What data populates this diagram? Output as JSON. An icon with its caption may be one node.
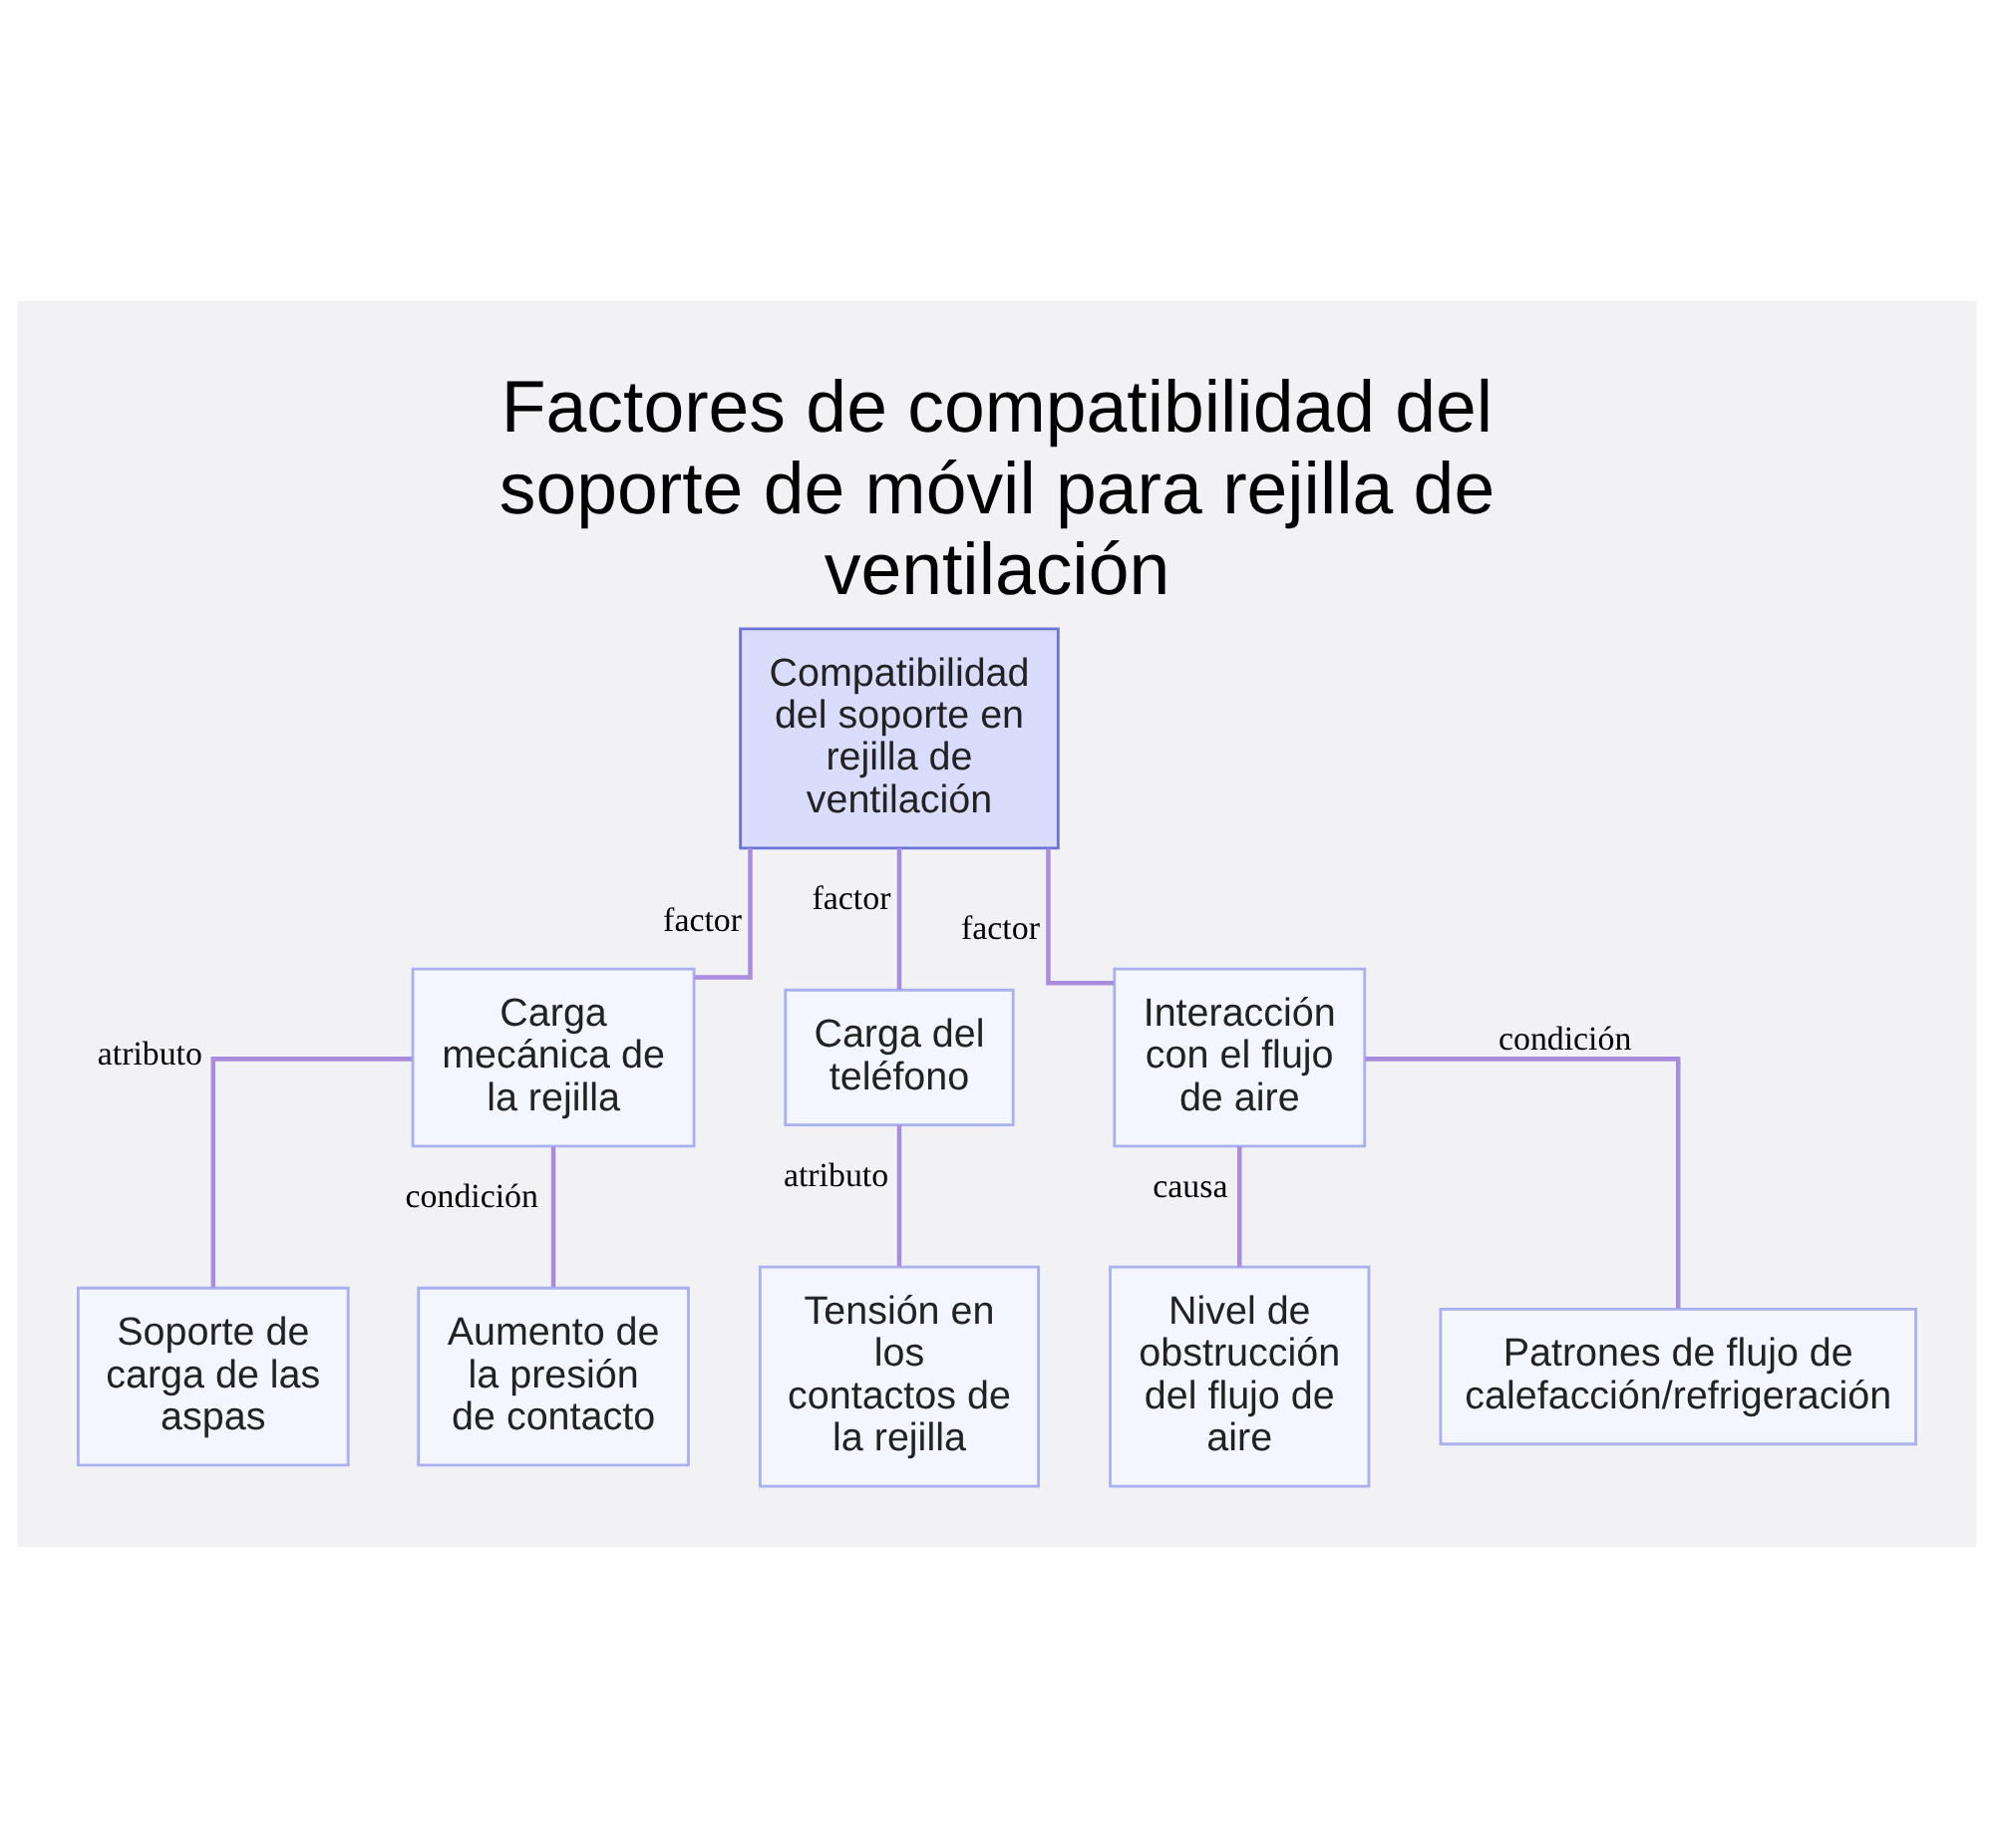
{
  "diagram": {
    "title": "Factores de compatibilidad del soporte de móvil para rejilla de ventilación",
    "nodes": [
      {
        "text": [
          "Compatibilidad del soporte en rejilla de ventilación"
        ]
      },
      {
        "text": [
          "Carga mecánica de la rejilla"
        ]
      },
      {
        "text": [
          "Carga del teléfono"
        ]
      },
      {
        "text": [
          "Interacción con el flujo de aire"
        ]
      },
      {
        "text": [
          "Soporte de carga de las aspas"
        ]
      },
      {
        "text": [
          "Aumento de la presión de contacto"
        ]
      },
      {
        "text": [
          "Tensión en los contactos de la rejilla"
        ]
      },
      {
        "text": [
          "Nivel de obstrucción del flujo de aire"
        ]
      },
      {
        "text": [
          "Patrones de flujo de calefacción/refrigeración"
        ]
      }
    ],
    "edges": [
      {
        "from": 0,
        "to": 1,
        "arrow": "none",
        "label": "factor"
      },
      {
        "from": 0,
        "to": 2,
        "arrow": "none",
        "label": "factor"
      },
      {
        "from": 0,
        "to": 3,
        "arrow": "none",
        "label": "factor"
      },
      {
        "from": 1,
        "to": 4,
        "arrow": "none",
        "label": "atributo"
      },
      {
        "from": 1,
        "to": 5,
        "arrow": "none",
        "label": "condición"
      },
      {
        "from": 2,
        "to": 6,
        "arrow": "none",
        "label": "atributo"
      },
      {
        "from": 3,
        "to": 7,
        "arrow": "none",
        "label": "causa"
      },
      {
        "from": 3,
        "to": 8,
        "arrow": "none",
        "label": "condición"
      }
    ]
  }
}
